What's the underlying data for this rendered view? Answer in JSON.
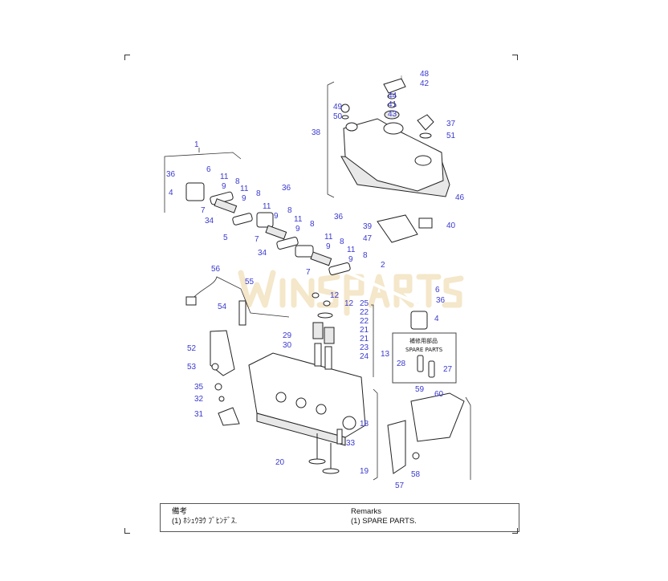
{
  "watermark": "winsparts",
  "callouts": [
    "1",
    "36",
    "6",
    "4",
    "11",
    "9",
    "8",
    "11",
    "9",
    "8",
    "36",
    "7",
    "34",
    "5",
    "11",
    "9",
    "8",
    "11",
    "9",
    "8",
    "36",
    "7",
    "11",
    "9",
    "8",
    "34",
    "11",
    "9",
    "8",
    "7",
    "2",
    "6",
    "36",
    "4",
    "12",
    "12",
    "25",
    "22",
    "22",
    "21",
    "21",
    "23",
    "24",
    "13",
    "48",
    "42",
    "44",
    "41",
    "43",
    "49",
    "50",
    "38",
    "37",
    "51",
    "46",
    "39",
    "40",
    "47",
    "56",
    "55",
    "54",
    "29",
    "30",
    "52",
    "53",
    "35",
    "32",
    "31",
    "18",
    "33",
    "20",
    "19",
    "59",
    "60",
    "57",
    "58",
    "28",
    "27"
  ],
  "spare_parts_box": {
    "title_jp": "補修用部品",
    "title_en": "SPARE PARTS"
  },
  "remarks": {
    "heading_jp": "備考",
    "note_jp": "(1) ﾎｼｭｳﾖｳ ﾌﾞﾋﾝﾃﾞｽ.",
    "heading_en": "Remarks",
    "note_en": "(1) SPARE PARTS."
  }
}
